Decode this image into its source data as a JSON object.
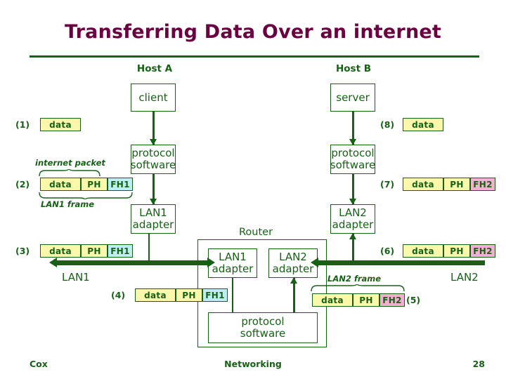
{
  "slide": {
    "title": "Transferring Data Over an internet",
    "footer": {
      "left": "Cox",
      "center": "Networking",
      "page": "28"
    },
    "colors": {
      "title": "#6b0040",
      "green": "#176117",
      "data_fill": "#fbf8ac",
      "fh1_fill": "#bdeef3",
      "fh2_fill": "#f6aed2"
    }
  },
  "hosts": {
    "a": {
      "label": "Host A",
      "app": "client",
      "protocol_line1": "protocol",
      "protocol_line2": "software",
      "adapter_line1": "LAN1",
      "adapter_line2": "adapter"
    },
    "b": {
      "label": "Host B",
      "app": "server",
      "protocol_line1": "protocol",
      "protocol_line2": "software",
      "adapter_line1": "LAN2",
      "adapter_line2": "adapter"
    }
  },
  "router": {
    "label": "Router",
    "adapter1_line1": "LAN1",
    "adapter1_line2": "adapter",
    "adapter2_line1": "LAN2",
    "adapter2_line2": "adapter",
    "protocol_line1": "protocol",
    "protocol_line2": "software"
  },
  "networks": {
    "lan1": "LAN1",
    "lan2": "LAN2"
  },
  "annotations": {
    "internet_packet": "internet packet",
    "lan1_frame": "LAN1 frame",
    "lan2_frame": "LAN2 frame"
  },
  "steps": [
    {
      "n": "(1)",
      "cells": [
        {
          "text": "data",
          "kind": "data",
          "w": 58
        }
      ]
    },
    {
      "n": "(2)",
      "cells": [
        {
          "text": "data",
          "kind": "data",
          "w": 58
        },
        {
          "text": "PH",
          "kind": "ph",
          "w": 38
        },
        {
          "text": "FH1",
          "kind": "fh1",
          "w": 36
        }
      ]
    },
    {
      "n": "(3)",
      "cells": [
        {
          "text": "data",
          "kind": "data",
          "w": 58
        },
        {
          "text": "PH",
          "kind": "ph",
          "w": 38
        },
        {
          "text": "FH1",
          "kind": "fh1",
          "w": 36
        }
      ]
    },
    {
      "n": "(4)",
      "cells": [
        {
          "text": "data",
          "kind": "data",
          "w": 58
        },
        {
          "text": "PH",
          "kind": "ph",
          "w": 38
        },
        {
          "text": "FH1",
          "kind": "fh1",
          "w": 36
        }
      ]
    },
    {
      "n": "(5)",
      "cells": [
        {
          "text": "data",
          "kind": "data",
          "w": 58
        },
        {
          "text": "PH",
          "kind": "ph",
          "w": 38
        },
        {
          "text": "FH2",
          "kind": "fh2",
          "w": 36
        }
      ]
    },
    {
      "n": "(6)",
      "cells": [
        {
          "text": "data",
          "kind": "data",
          "w": 58
        },
        {
          "text": "PH",
          "kind": "ph",
          "w": 38
        },
        {
          "text": "FH2",
          "kind": "fh2",
          "w": 36
        }
      ]
    },
    {
      "n": "(7)",
      "cells": [
        {
          "text": "data",
          "kind": "data",
          "w": 58
        },
        {
          "text": "PH",
          "kind": "ph",
          "w": 38
        },
        {
          "text": "FH2",
          "kind": "fh2",
          "w": 36
        }
      ]
    },
    {
      "n": "(8)",
      "cells": [
        {
          "text": "data",
          "kind": "data",
          "w": 58
        }
      ]
    }
  ],
  "step_labels": {
    "s1": "(1)",
    "s2": "(2)",
    "s3": "(3)",
    "s4": "(4)",
    "s5": "(5)",
    "s6": "(6)",
    "s7": "(7)",
    "s8": "(8)"
  },
  "cell_text": {
    "data": "data",
    "ph": "PH",
    "fh1": "FH1",
    "fh2": "FH2"
  }
}
